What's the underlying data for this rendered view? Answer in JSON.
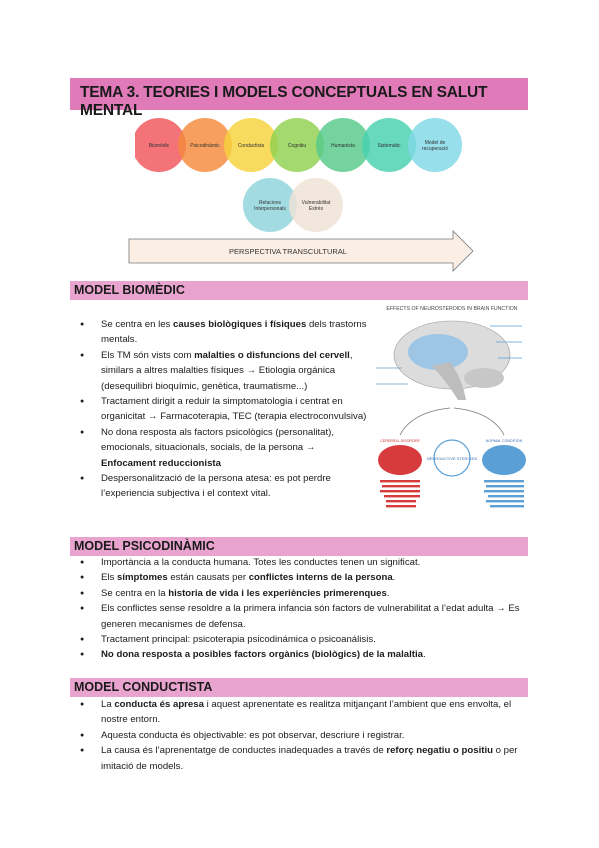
{
  "title": "TEMA 3. TEORIES I MODELS CONCEPTUALS EN SALUT MENTAL",
  "models_row": [
    {
      "label": "Biomèdic",
      "color": "#f2545b"
    },
    {
      "label": "Psicodinàmic",
      "color": "#f58a3c"
    },
    {
      "label": "Conductista",
      "color": "#f7d23c"
    },
    {
      "label": "Cognitiu",
      "color": "#8fd14f"
    },
    {
      "label": "Humanista",
      "color": "#55c98a"
    },
    {
      "label": "Sistemàtic",
      "color": "#48d1b0"
    },
    {
      "label": "Model de recuperació",
      "color": "#7fd8e6"
    }
  ],
  "models_row2": [
    {
      "label": "Relacions Interpersonals",
      "color": "#8ed4dc"
    },
    {
      "label": "Vulnerabilitat Estrès",
      "color": "#efe2d6"
    }
  ],
  "arrow_label": "PERSPECTIVA TRANSCULTURAL",
  "figure": {
    "title": "EFFECTS OF NEUROSTEROIDS IN BRAIN FUNCTION",
    "center_label": "NEUROACTIVE STEROIDS",
    "left_label": "CEREBRAL DISORDER",
    "right_label": "NORMAL CONDITION",
    "colors": {
      "blue": "#5aa0d6",
      "red": "#d83b3b",
      "gray": "#d9d9d9"
    }
  },
  "sections": [
    {
      "heading": "MODEL BIOMÈDIC",
      "items": [
        [
          {
            "t": "Se centra en les "
          },
          {
            "t": "causes biològiques i físiques",
            "b": true
          },
          {
            "t": " dels trastorns mentals."
          }
        ],
        [
          {
            "t": "Els TM són vists com "
          },
          {
            "t": "malalties o disfuncions del cervell",
            "b": true
          },
          {
            "t": ", similars a altres malalties físiques → Etiologia orgánica (desequilibri bioquímic, genètica, traumatisme...)"
          }
        ],
        [
          {
            "t": "Tractament dirigit a reduir la simptomatologia i centrat en organicitat → Farmacoterapia, TEC (terapia electroconvulsiva)"
          }
        ],
        [
          {
            "t": "No dona resposta als factors psicològics (personalitat), emocionals, situacionals, socials, de la persona → "
          },
          {
            "t": "Enfocament reduccionista",
            "b": true
          }
        ],
        [
          {
            "t": "Despersonalització de la persona atesa: es pot perdre l’experiencia subjectiva i el context vital."
          }
        ]
      ]
    },
    {
      "heading": "MODEL PSICODINÀMIC",
      "items": [
        [
          {
            "t": "Importància a la conducta humana. Totes les conductes tenen un significat."
          }
        ],
        [
          {
            "t": "Els "
          },
          {
            "t": "símptomes",
            "b": true
          },
          {
            "t": " están causats per "
          },
          {
            "t": "conflictes interns de la persona",
            "b": true
          },
          {
            "t": "."
          }
        ],
        [
          {
            "t": "Se centra en la "
          },
          {
            "t": "historia de vida i les experiències primerenques",
            "b": true
          },
          {
            "t": "."
          }
        ],
        [
          {
            "t": "Els conflictes sense resoldre a la primera infancia són factors de vulnerabilitat a l’edat adulta → Es generen mecanismes de defensa."
          }
        ],
        [
          {
            "t": "Tractament principal: psicoterapia psicodinámica o psicoanálisis."
          }
        ],
        [
          {
            "t": "No dona resposta a posibles factors orgànics (biològics) de la malaltia",
            "b": true
          },
          {
            "t": "."
          }
        ]
      ]
    },
    {
      "heading": "MODEL CONDUCTISTA",
      "items": [
        [
          {
            "t": "La "
          },
          {
            "t": "conducta és apresa",
            "b": true
          },
          {
            "t": " i aquest aprenentate es realitza mitjançant l’ambient que ens envolta, el nostre entorn."
          }
        ],
        [
          {
            "t": "Aquesta conducta és objectivable: es pot observar, descriure i registrar."
          }
        ],
        [
          {
            "t": "La causa és l’aprenentatge de conductes inadequades a través de "
          },
          {
            "t": "reforç negatiu o positiu",
            "b": true
          },
          {
            "t": " o per imitació de models."
          }
        ]
      ]
    }
  ]
}
